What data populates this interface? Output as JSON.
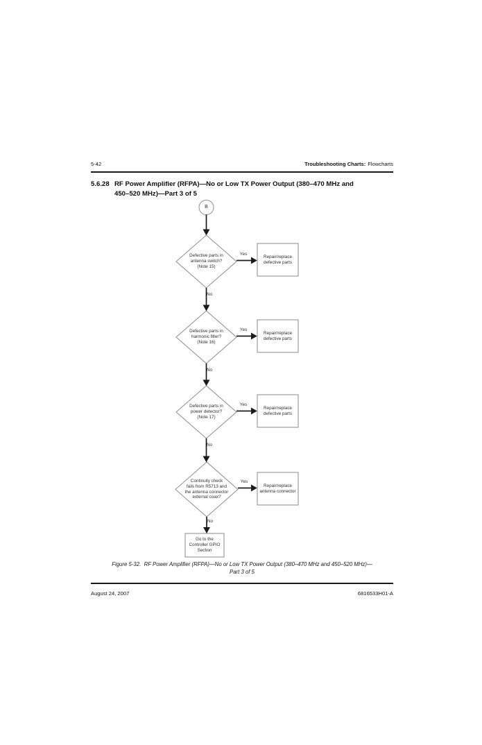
{
  "header": {
    "page_number": "5-42",
    "section_bold": "Troubleshooting Charts:",
    "section_regular": "Flowcharts"
  },
  "heading": {
    "number": "5.6.28",
    "line1": "RF Power Amplifier (RFPA)—No or Low TX Power Output (380–470 MHz and",
    "line2": "450–520 MHz)—Part 3 of 5"
  },
  "flowchart": {
    "start_label": "B",
    "steps": [
      {
        "question": "Defective parts in\nantenna switch?\n(Note 15)",
        "yes_label": "Yes",
        "no_label": "No",
        "action": "Repair/replace\ndefective parts"
      },
      {
        "question": "Defective parts in\nharmonic filter?\n(Note 16)",
        "yes_label": "Yes",
        "no_label": "No",
        "action": "Repair/replace\ndefective parts"
      },
      {
        "question": "Defective parts in\npower detector?\n(Note 17)",
        "yes_label": "Yes",
        "no_label": "No",
        "action": "Repair/replace\ndefective parts"
      },
      {
        "question": "Continuity check\nfails from R5713 and\nthe antenna connector\nexternal coax?",
        "yes_label": "Yes",
        "no_label": "No",
        "action": "Repair/replace\nantenna connector"
      }
    ],
    "terminal": "Go to the\nController GPIO\nSection"
  },
  "caption": {
    "line1": "Figure 5-32.  RF Power Amplifier (RFPA)—No or Low TX Power Output (380–470 MHz and 450–520 MHz)—",
    "line2": "Part 3 of 5"
  },
  "footer": {
    "date": "August 24, 2007",
    "doc_number": "6816533H01-A"
  },
  "colors": {
    "shape_outline": "#8a8a8a",
    "arrow": "#1a1a1a",
    "text": "#2e2e2e"
  }
}
